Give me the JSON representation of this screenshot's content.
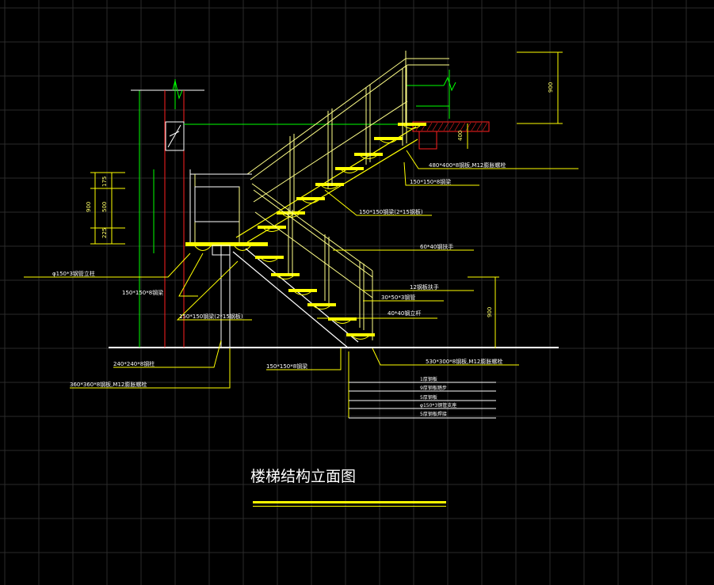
{
  "drawing": {
    "title": "楼梯结构立面图",
    "colors": {
      "background": "#000000",
      "grid": "#2a2a2a",
      "structure": "#ffff00",
      "rail": "#ffff88",
      "column": "#00ff00",
      "red": "#ff2020",
      "leader": "#ffff00",
      "text": "#ffffff"
    },
    "dimensions": {
      "left_total": "900",
      "left_parts": [
        "175",
        "500",
        "225"
      ],
      "right_top": "900",
      "right_landing": "400",
      "right_bottom": "900"
    },
    "callouts": {
      "top_plate": "480*400*8钢板,M12膨胀螺栓",
      "beam_top": "150*150*8钢梁",
      "stringer_upper": "150*150钢梁(2*15钢板)",
      "handrail": "60*40钢扶手",
      "rail_12": "12钢板扶手",
      "rail_30": "30*50*3钢管",
      "rail_40": "40*40钢立杆",
      "base_plate": "530*300*8钢板,M12膨胀螺栓",
      "left_tube": "φ150*3钢管立柱",
      "left_beam": "150*150*8钢梁",
      "left_stringer": "150*150钢梁(2*15钢板)",
      "col_240": "240*240*8钢柱",
      "col_base": "360*360*8钢板,M12膨胀螺栓",
      "bottom_beam": "150*150*8钢梁"
    },
    "legend": [
      "1厚钢板",
      "9厚钢板踏步",
      "5厚钢板",
      "φ150*3钢管支座",
      "5厚钢板焊接"
    ]
  }
}
